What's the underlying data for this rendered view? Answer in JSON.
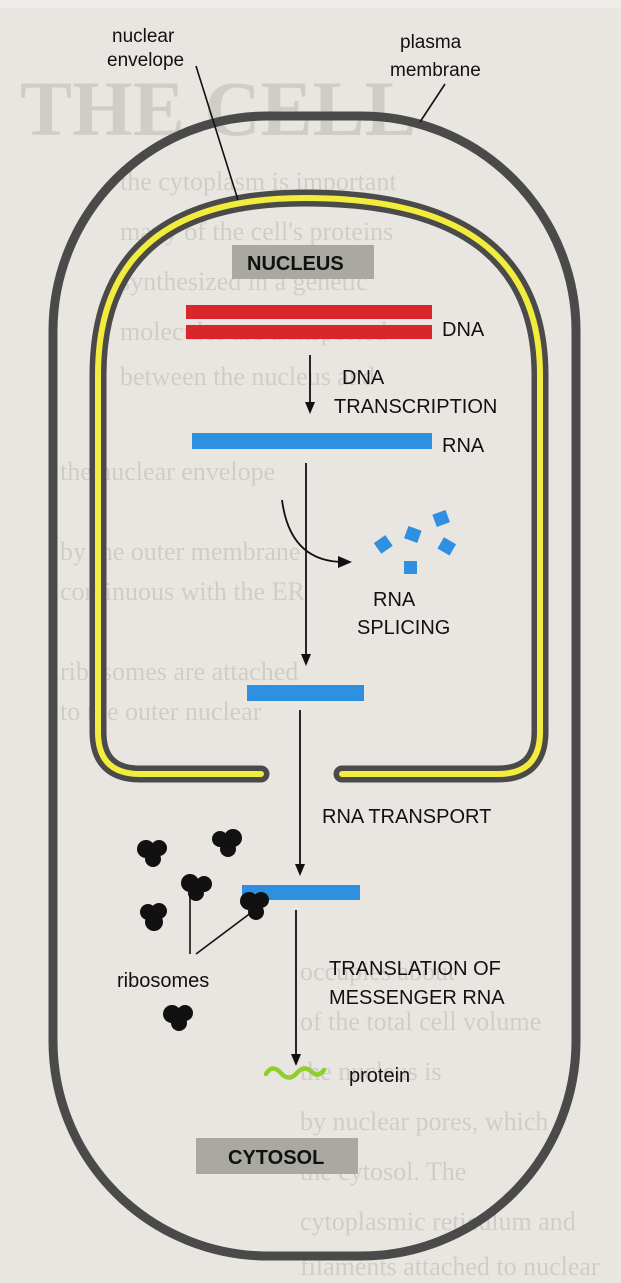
{
  "labels": {
    "nuclear_envelope_1": "nuclear",
    "nuclear_envelope_2": "envelope",
    "plasma_membrane_1": "plasma",
    "plasma_membrane_2": "membrane",
    "nucleus": "NUCLEUS",
    "dna": "DNA",
    "dna_transcription_1": "DNA",
    "dna_transcription_2": "TRANSCRIPTION",
    "rna": "RNA",
    "rna_splicing_1": "RNA",
    "rna_splicing_2": "SPLICING",
    "rna_transport": "RNA TRANSPORT",
    "ribosomes": "ribosomes",
    "translation_1": "TRANSLATION OF",
    "translation_2": "MESSENGER RNA",
    "protein": "protein",
    "cytosol": "CYTOSOL"
  },
  "colors": {
    "page_background": "#e9e6e1",
    "membrane": "#4a4a4a",
    "envelope_yellow": "#f2ec3c",
    "dna_red": "#d8262a",
    "rna_blue": "#2f8fe0",
    "protein_green": "#8fcf2a",
    "ribosome": "#111111",
    "label_box": "#a9a9a2"
  }
}
